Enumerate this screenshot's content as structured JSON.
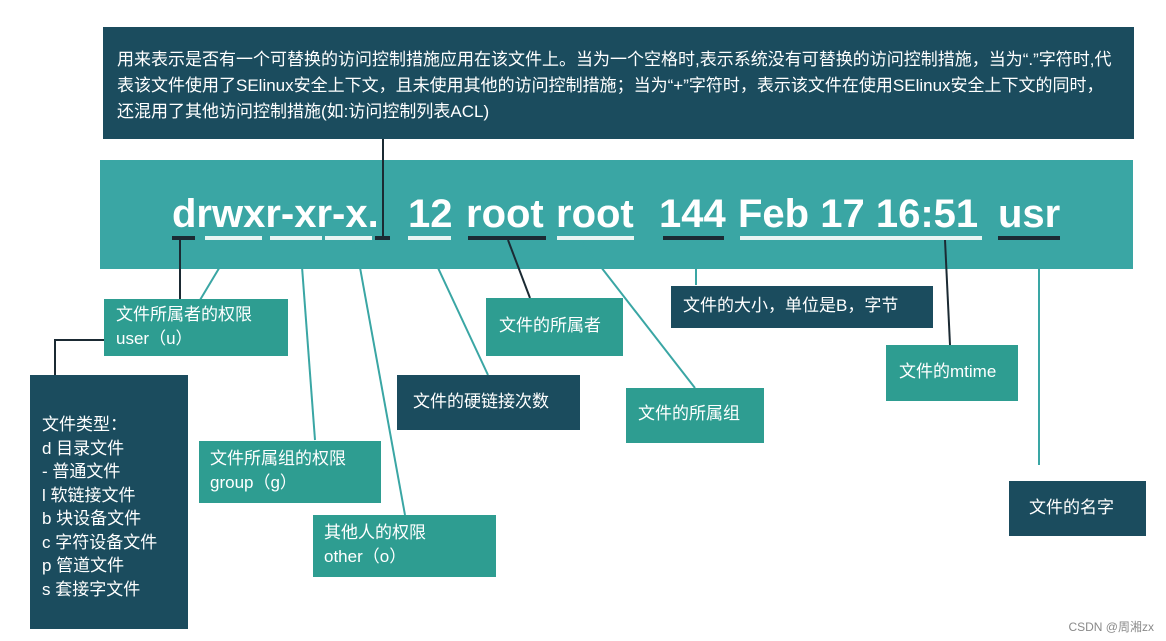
{
  "acl_note": "用来表示是否有一个可替换的访问控制措施应用在该文件上。当为一个空格时,表示系统没有可替换的访问控制措施，当为“.”字符时,代表该文件使用了SElinux安全上下文，且未使用其他的访问控制措施；当为“+”字符时，表示该文件在使用SElinux安全上下文的同时，还混用了其他访问控制措施(如:访问控制列表ACL)",
  "command": {
    "permissions": "drwxr-xr-x.",
    "links": "12",
    "owner": "root",
    "group": "root",
    "size": "144",
    "date": "Feb 17 16:51",
    "name": "usr"
  },
  "labels": {
    "file_type": {
      "title": "文件类型：",
      "items": [
        "d 目录文件",
        "- 普通文件",
        "l 软链接文件",
        "b 块设备文件",
        "c 字符设备文件",
        "p 管道文件",
        "s 套接字文件"
      ]
    },
    "user_perm": {
      "line1": "文件所属者的权限",
      "line2": "user（u）"
    },
    "group_perm": {
      "line1": "文件所属组的权限",
      "line2": "group（g）"
    },
    "other_perm": {
      "line1": "其他人的权限",
      "line2": "other（o）"
    },
    "hardlinks": "文件的硬链接次数",
    "owner": "文件的所属者",
    "group": "文件的所属组",
    "size": "文件的大小，单位是B，字节",
    "mtime": "文件的mtime",
    "name": "文件的名字"
  },
  "colors": {
    "dark": "#1b4c5e",
    "teal": "#2e9d91",
    "banner": "#3aa6a4"
  },
  "watermark": "CSDN @周湘zx"
}
